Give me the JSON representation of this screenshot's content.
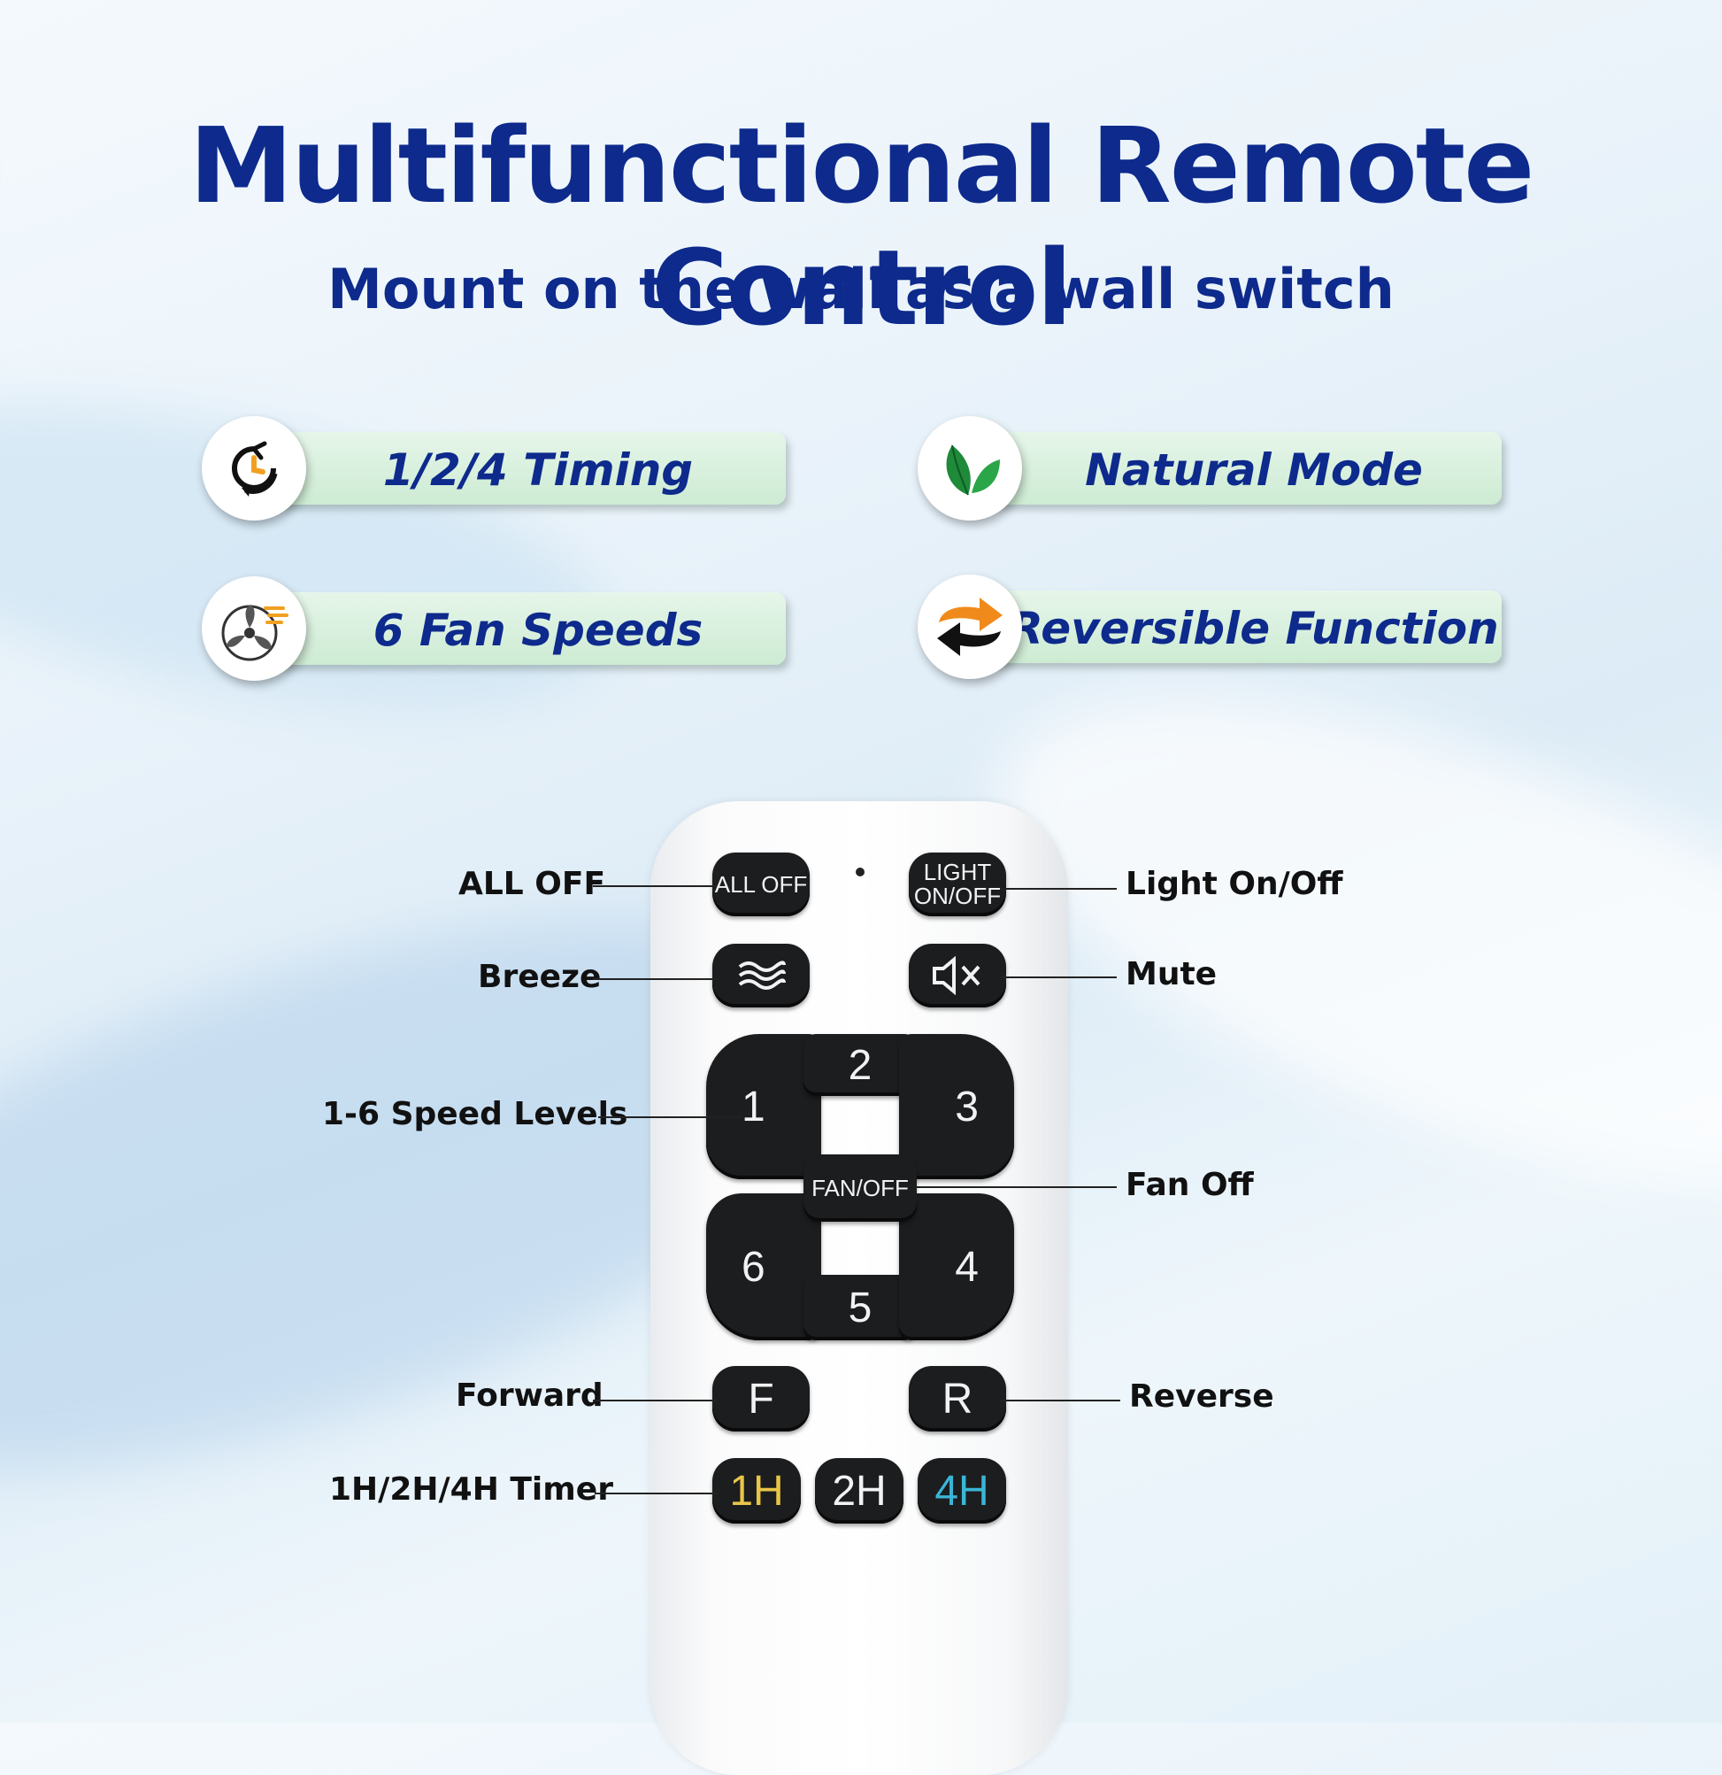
{
  "title": "Multifunctional Remote Control",
  "subtitle": "Mount on the wall as a wall switch",
  "features": [
    {
      "label": "1/2/4 Timing",
      "icon": "clock-timer-icon"
    },
    {
      "label": "Natural Mode",
      "icon": "leaf-icon"
    },
    {
      "label": "6 Fan Speeds",
      "icon": "fan-wind-icon"
    },
    {
      "label": "Reversible Function",
      "icon": "reverse-arrows-icon"
    }
  ],
  "remote": {
    "all_off": "ALL OFF",
    "light": "LIGHT\nON/OFF",
    "breeze_icon": "waves-icon",
    "mute_icon": "mute-icon",
    "speed_1": "1",
    "speed_2": "2",
    "speed_3": "3",
    "speed_4": "4",
    "speed_5": "5",
    "speed_6": "6",
    "fan_off": "FAN/OFF",
    "forward": "F",
    "reverse": "R",
    "timer_1h": "1H",
    "timer_2h": "2H",
    "timer_4h": "4H"
  },
  "callouts": {
    "all_off": "ALL OFF",
    "light": "Light On/Off",
    "breeze": "Breeze",
    "mute": "Mute",
    "speed_levels": "1-6 Speed Levels",
    "fan_off": "Fan Off",
    "forward": "Forward",
    "reverse": "Reverse",
    "timer": "1H/2H/4H Timer"
  },
  "colors": {
    "title": "#0d2a8c",
    "pill": "#d6efdb",
    "timer_1h": "#e8c547",
    "timer_4h": "#3ab5d6"
  }
}
